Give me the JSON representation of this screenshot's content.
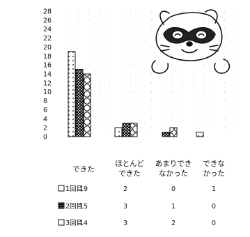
{
  "chart_data": {
    "type": "bar",
    "categories": [
      "できた",
      "ほとんど\nできた",
      "あまりでき\nなかった",
      "できな\nかった"
    ],
    "series": [
      {
        "name": "1回目",
        "values": [
          19,
          2,
          0,
          1
        ]
      },
      {
        "name": "2回目",
        "values": [
          15,
          3,
          1,
          0
        ]
      },
      {
        "name": "3回目",
        "values": [
          14,
          3,
          2,
          0
        ]
      }
    ],
    "yticks": [
      0,
      2,
      4,
      6,
      8,
      10,
      12,
      14,
      16,
      18,
      20,
      22,
      24,
      26,
      28
    ],
    "ylim": [
      0,
      28
    ],
    "legend": "table-below",
    "grid": true,
    "colors": {
      "axis": "#222222",
      "grid": "#9a9a9a",
      "bar_fill": "#ffffff",
      "bar_dark": "#111111"
    }
  },
  "decoration": {
    "illustration": "raccoon-mascot-icon"
  }
}
